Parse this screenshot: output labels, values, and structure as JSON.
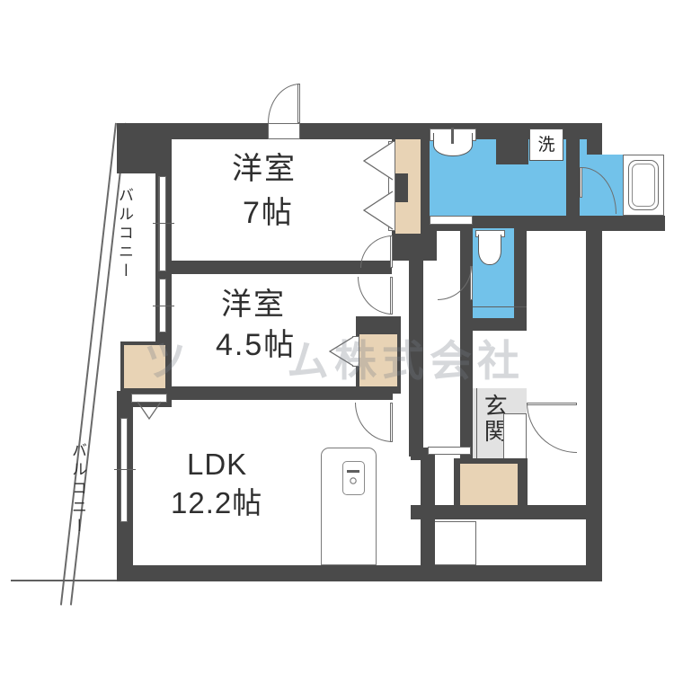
{
  "plan": {
    "type": "japanese-apartment-floor-plan",
    "watermark": "ツ　　ム株式会社"
  },
  "rooms": [
    {
      "id": "bedroom-7",
      "name_line1": "洋室",
      "name_line2": "7帖"
    },
    {
      "id": "bedroom-45",
      "name_line1": "洋室",
      "name_line2": "4.5帖"
    },
    {
      "id": "ldk",
      "name_line1": "LDK",
      "name_line2": "12.2帖"
    },
    {
      "id": "genkan",
      "name_line1": "玄",
      "name_line2": "関"
    }
  ],
  "labels": {
    "bedroom7_a": "洋室",
    "bedroom7_b": "7帖",
    "bedroom45_a": "洋室",
    "bedroom45_b": "4.5帖",
    "ldk_a": "LDK",
    "ldk_b": "12.2帖",
    "genkan": "玄関",
    "balcony_upper": "バルコニー",
    "balcony_lower": "バルコニー",
    "washer": "洗"
  },
  "fixtures": [
    {
      "id": "washbasin",
      "label": "洗面台"
    },
    {
      "id": "bathtub",
      "label": "浴槽"
    },
    {
      "id": "toilet",
      "label": "トイレ"
    },
    {
      "id": "washer-slot",
      "label": "洗濯機置場"
    },
    {
      "id": "kitchen",
      "label": "キッチン"
    },
    {
      "id": "fridge-slot",
      "label": "冷蔵庫置場"
    }
  ],
  "closets": [
    {
      "id": "closet-bedroom7"
    },
    {
      "id": "closet-bedroom45-left"
    },
    {
      "id": "closet-bedroom45-right"
    },
    {
      "id": "closet-hall"
    },
    {
      "id": "closet-entry"
    }
  ],
  "colors": {
    "wall": "#4a4a4a",
    "water": "#72c2ea",
    "closet": "#e8d3b5",
    "tile": "#e2e2e2",
    "text": "#2f2f2f",
    "background": "#ffffff"
  }
}
